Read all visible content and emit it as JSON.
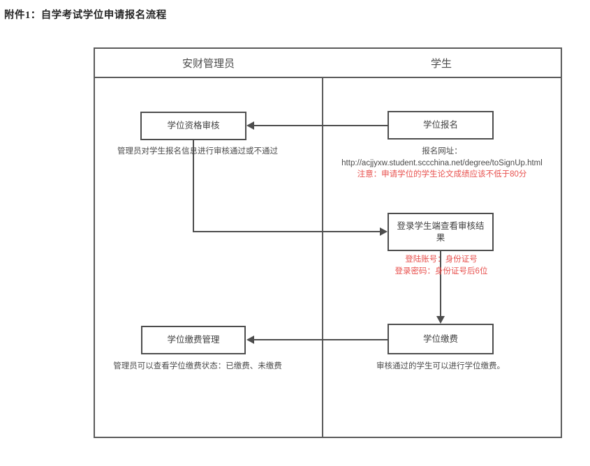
{
  "document": {
    "title": "附件1：自学考试学位申请报名流程"
  },
  "diagram": {
    "type": "swimlane-flowchart",
    "lanes": [
      {
        "id": "admin",
        "label": "安财管理员"
      },
      {
        "id": "student",
        "label": "学生"
      }
    ],
    "nodes": [
      {
        "id": "signup",
        "lane": "student",
        "label": "学位报名",
        "caption_lines": [
          "报名网址：",
          "http://acjjyxw.student.sccchina.net/degree/toSignUp.html"
        ],
        "note": "注意：申请学位的学生论文成绩应该不低于80分",
        "note_color": "#e8504d"
      },
      {
        "id": "review",
        "lane": "admin",
        "label": "学位资格审核",
        "caption": "管理员对学生报名信息进行审核通过或不通过"
      },
      {
        "id": "check",
        "lane": "student",
        "label": "登录学生端查看审核结果",
        "note_lines": [
          "登陆账号：身份证号",
          "登录密码：身份证号后6位"
        ],
        "note_color": "#e8504d"
      },
      {
        "id": "pay",
        "lane": "student",
        "label": "学位缴费",
        "caption": "审核通过的学生可以进行学位缴费。"
      },
      {
        "id": "payadmin",
        "lane": "admin",
        "label": "学位缴费管理",
        "caption": "管理员可以查看学位缴费状态：已缴费、未缴费"
      }
    ],
    "edges": [
      {
        "from": "signup",
        "to": "review",
        "direction": "left"
      },
      {
        "from": "review",
        "to": "check",
        "direction": "right"
      },
      {
        "from": "check",
        "to": "pay",
        "direction": "down"
      },
      {
        "from": "pay",
        "to": "payadmin",
        "direction": "left"
      }
    ],
    "colors": {
      "border": "#4d4d4d",
      "frame": "#5a5a5a",
      "text": "#3f3f3f",
      "accent_red": "#e8504d",
      "background": "#ffffff"
    }
  }
}
